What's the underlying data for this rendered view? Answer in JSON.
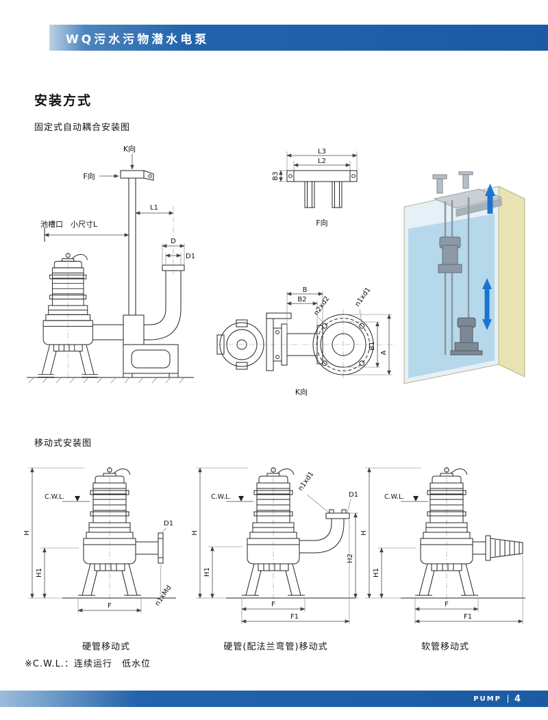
{
  "header": {
    "title": "WQ污水污物潜水电泵"
  },
  "content": {
    "main_title": "安装方式",
    "fixed_section_caption": "固定式自动耦合安装图",
    "mobile_section_caption": "移动式安装图",
    "footnote": "※C.W.L.：连续运行　低水位"
  },
  "fixed_diagram": {
    "view_k": "K向",
    "view_f": "F向",
    "dim_l1": "L1",
    "tank_opening_label": "池槽口　小尺寸L",
    "dim_d": "D",
    "dim_d1": "D1"
  },
  "bracket_view": {
    "dim_l3": "L3",
    "dim_l2": "L2",
    "dim_b3": "B3",
    "view_label": "F向"
  },
  "coupling_view": {
    "dim_b": "B",
    "dim_b2": "B2",
    "bolts_outer": "n2xd2",
    "bolts_flange": "n1xd1",
    "dim_b1": "B1",
    "dim_a": "A",
    "view_label": "K向"
  },
  "mobile_rigid": {
    "caption": "硬管移动式",
    "cwl": "C.W.L.",
    "dim_h": "H",
    "dim_h1": "H1",
    "dim_d1": "D1",
    "bolts": "n1xMd",
    "dim_f": "F"
  },
  "mobile_elbow": {
    "caption": "硬管(配法兰弯管)移动式",
    "cwl": "C.W.L.",
    "dim_h": "H",
    "dim_h1": "H1",
    "bolts": "n1xd1",
    "dim_d1": "D1",
    "dim_h2": "H2",
    "dim_f": "F",
    "dim_f1": "F1"
  },
  "mobile_hose": {
    "caption": "软管移动式",
    "cwl": "C.W.L.",
    "dim_h": "H",
    "dim_h1": "H1",
    "dim_f": "F",
    "dim_f1": "F1"
  },
  "footer": {
    "brand": "PUMP",
    "page_number": "4"
  },
  "colors": {
    "header_blue": "#1c5ba3",
    "water_blue": "#b5d8ea",
    "wall_tan": "#e9e3b4",
    "arrow_blue": "#1b74d2"
  }
}
